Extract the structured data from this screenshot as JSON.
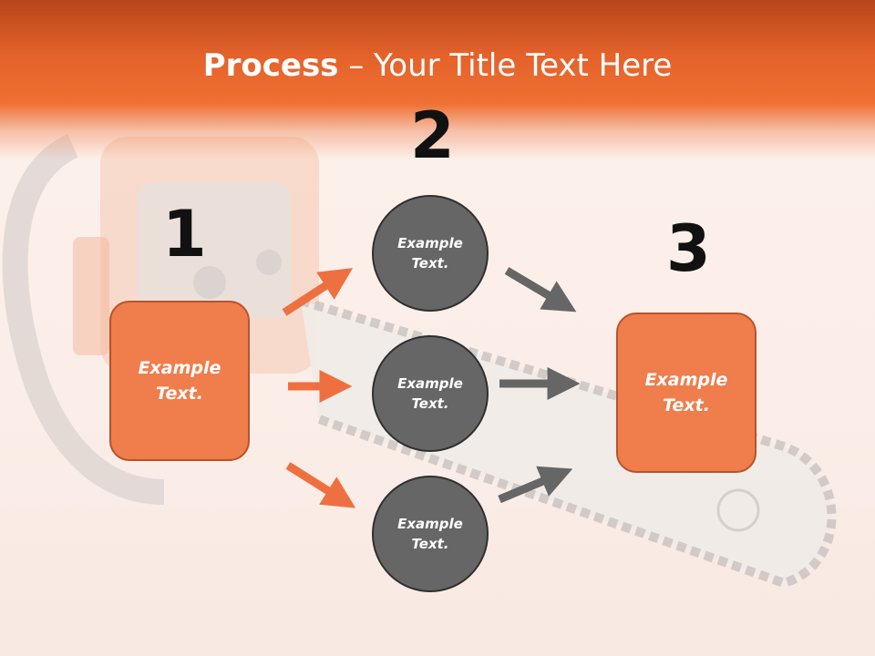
{
  "title": {
    "strong": "Process",
    "rest": " – Your Title Text Here"
  },
  "steps": [
    {
      "number": "1",
      "text": "Example Text."
    },
    {
      "number": "2"
    },
    {
      "number": "3",
      "text": "Example Text."
    }
  ],
  "circles": [
    {
      "text": "Example Text."
    },
    {
      "text": "Example Text."
    },
    {
      "text": "Example Text."
    }
  ],
  "colors": {
    "accent": "#ef6a2d",
    "box": "#f07d4c",
    "circle": "#666666",
    "arrow_orange": "#ee7040",
    "arrow_gray": "#666666"
  }
}
